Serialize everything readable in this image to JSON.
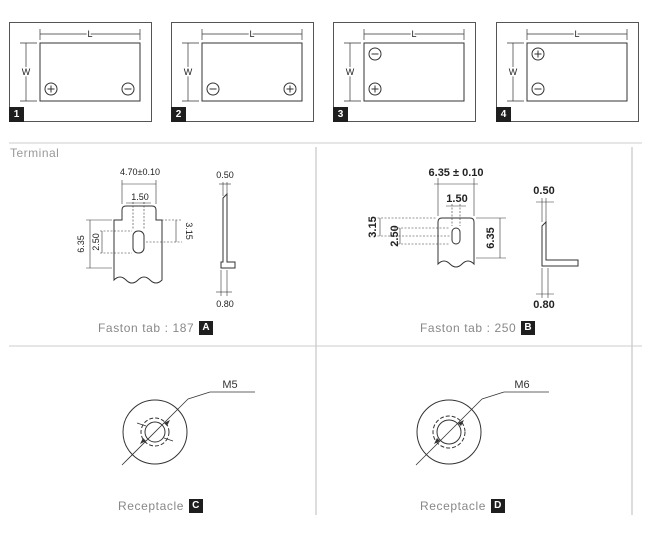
{
  "layouts": [
    {
      "id": "1",
      "dim_l": "L",
      "dim_w": "W",
      "terminals": [
        "+",
        "-"
      ]
    },
    {
      "id": "2",
      "dim_l": "L",
      "dim_w": "W",
      "terminals": [
        "-",
        "+"
      ]
    },
    {
      "id": "3",
      "dim_l": "L",
      "dim_w": "W",
      "terminals": [
        "-",
        "+"
      ]
    },
    {
      "id": "4",
      "dim_l": "L",
      "dim_w": "W",
      "terminals": [
        "+",
        "-"
      ]
    }
  ],
  "section_title": "Terminal",
  "terminals": {
    "A": {
      "caption": "Faston tab : 187",
      "tag": "A",
      "width": "4.70±0.10",
      "slot_width": "1.50",
      "height": "6.35",
      "slot_height": "2.50",
      "slot_offset": "3.15",
      "thickness": "0.50",
      "foot": "0.80"
    },
    "B": {
      "caption": "Faston tab : 250",
      "tag": "B",
      "width": "6.35 ± 0.10",
      "slot_width": "1.50",
      "slot_offset": "3.15",
      "slot_height": "2.50",
      "height": "6.35",
      "thickness": "0.50",
      "foot": "0.80"
    },
    "C": {
      "caption": "Receptacle",
      "tag": "C",
      "thread": "M5"
    },
    "D": {
      "caption": "Receptacle",
      "tag": "D",
      "thread": "M6"
    }
  }
}
